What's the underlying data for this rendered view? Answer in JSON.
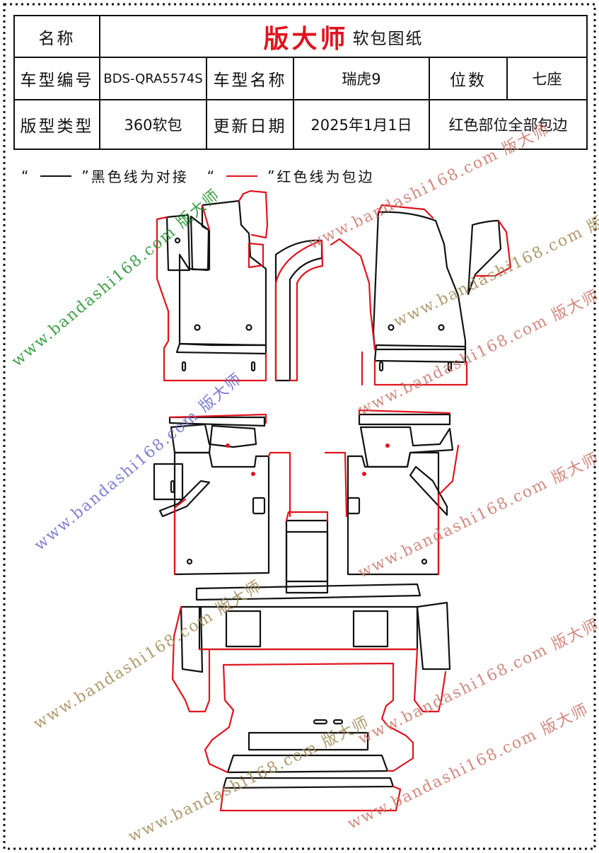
{
  "header": {
    "name_label": "名称",
    "brand": "版大师",
    "brand_sub": "软包图纸",
    "model_code_label": "车型编号",
    "model_code": "BDS-QRA5574S",
    "model_name_label": "车型名称",
    "model_name": "瑞虎9",
    "seats_label": "位数",
    "seats": "七座",
    "pattern_type_label": "版型类型",
    "pattern_type": "360软包",
    "update_label": "更新日期",
    "update_date": "2025年1月1日",
    "note": "红色部位全部包边"
  },
  "legend": {
    "open_quote": "“",
    "close_quote": "”",
    "black_text": "黑色线为对接",
    "red_text": "红色线为包边"
  },
  "colors": {
    "edge_black": "#111111",
    "edge_red": "#e0141e"
  },
  "watermarks": [
    {
      "text": "www.bandashi168.com 版大师",
      "color": "#1f8f2a"
    },
    {
      "text": "www.bandashi168.com 版大师",
      "color": "#c9766a"
    },
    {
      "text": "www.bandashi168.com 版大师",
      "color": "#6a6ac9"
    },
    {
      "text": "www.bandashi168.com 版大师",
      "color": "#c9766a"
    },
    {
      "text": "www.bandashi168.com 版大师",
      "color": "#a08a55"
    },
    {
      "text": "www.bandashi168.com 版大师",
      "color": "#c9766a"
    },
    {
      "text": "www.bandashi168.com 版大师",
      "color": "#a08a55"
    },
    {
      "text": "www.bandashi168.com 版大师",
      "color": "#c9766a"
    },
    {
      "text": "www.bandashi168.com 版大师",
      "color": "#a08a55"
    },
    {
      "text": "www.bandashi168.com 版大师",
      "color": "#c9766a"
    }
  ]
}
